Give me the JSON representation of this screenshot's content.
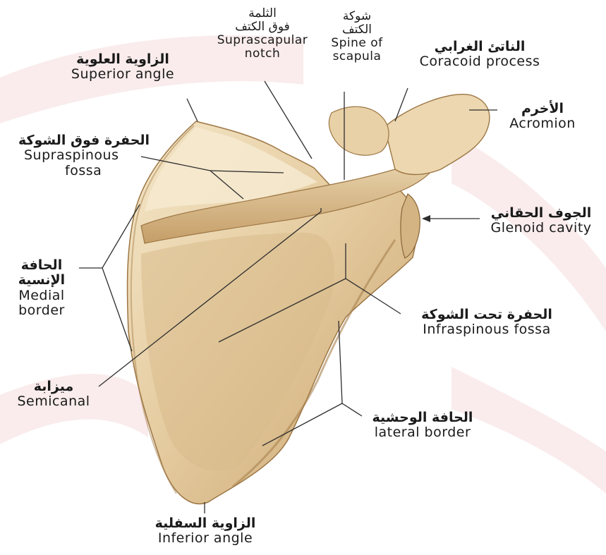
{
  "colors": {
    "bone_main": "#e2c89c",
    "bone_light": "#f3e4c4",
    "bone_shadow": "#b8925e",
    "bone_dark": "#8f6a3c",
    "watermark": "#f7e1e1",
    "leader": "#3a3a3a"
  },
  "labels": {
    "suprascapular_notch": {
      "ar1": "الثلمة",
      "ar2": "فوق الكتف",
      "en1": "Suprascapular",
      "en2": "notch"
    },
    "spine_of_scapula": {
      "ar1": "شوكة",
      "ar2": "الكتف",
      "en1": "Spine of",
      "en2": "scapula"
    },
    "coracoid_process": {
      "ar": "الناتئ الغرابي",
      "en": "Coracoid process"
    },
    "superior_angle": {
      "ar": "الزاوية العلوية",
      "en": "Superior angle"
    },
    "acromion": {
      "ar": "الأخرم",
      "en": "Acromion"
    },
    "supraspinous_fossa": {
      "ar": "الحفرة فوق الشوكة",
      "en1": "Supraspinous",
      "en2": "fossa"
    },
    "glenoid_cavity": {
      "ar": "الجوف الحقاني",
      "en": "Glenoid cavity"
    },
    "medial_border": {
      "ar1": "الحافة",
      "ar2": "الإنسية",
      "en1": "Medial",
      "en2": "border"
    },
    "infraspinous_fossa": {
      "ar": "الحفرة تحت الشوكة",
      "en": "Infraspinous fossa"
    },
    "semicanal": {
      "ar": "ميزابة",
      "en": "Semicanal"
    },
    "lateral_border": {
      "ar": "الحافة الوحشية",
      "en": "lateral border"
    },
    "inferior_angle": {
      "ar": "الزاوية السفلية",
      "en": "Inferior angle"
    }
  }
}
